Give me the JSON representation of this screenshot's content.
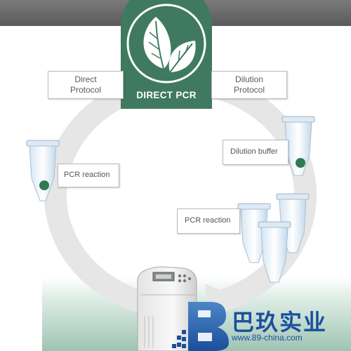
{
  "badge": {
    "label": "DIRECT PCR",
    "icon": "leaf-icon"
  },
  "direct_protocol": {
    "lines": [
      "Direct",
      "Protocol"
    ]
  },
  "dilution_protocol": {
    "lines": [
      "Dilution",
      "Protocol"
    ]
  },
  "labels": {
    "pcr_reaction_left": "PCR reaction",
    "dilution_buffer": "Dilution buffer",
    "pcr_reaction_right": "PCR reaction"
  },
  "watermark": {
    "brand_cn": "巴玖实业",
    "url": "www.89-china.com"
  },
  "colors": {
    "accent_green": "#3f7a60",
    "tube_sample_green": "#2f7a55",
    "top_band": "#6a6a6a",
    "cycle_arrow": "#e6e6e6",
    "logo_blue": "#1a4f9c"
  }
}
